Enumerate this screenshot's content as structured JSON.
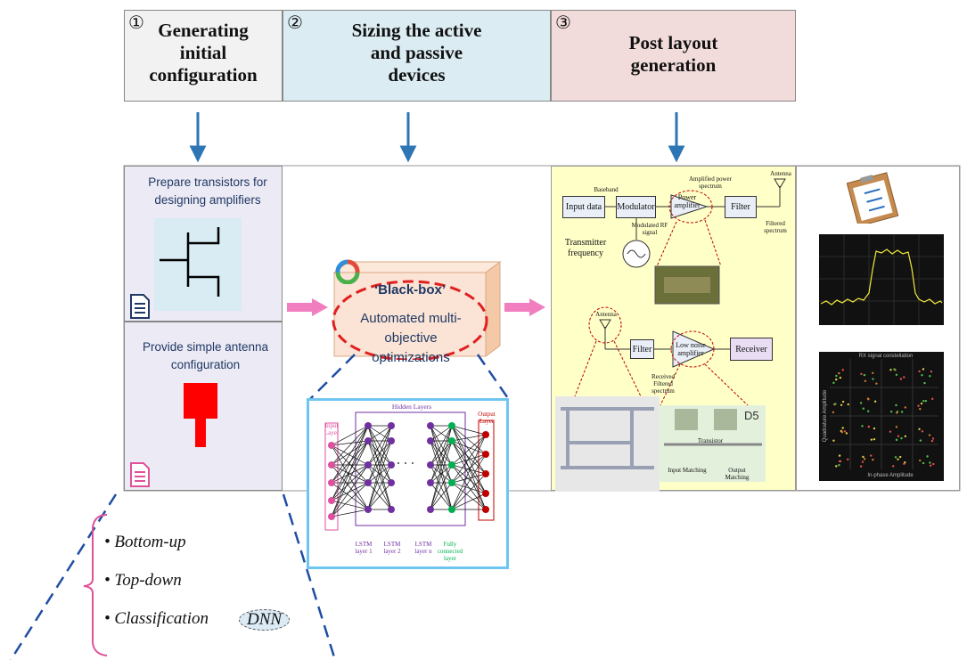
{
  "stages": [
    {
      "num": "①",
      "title": "Generating\ninitial\nconfiguration",
      "color": "#f2f2f2"
    },
    {
      "num": "②",
      "title": "Sizing the active\nand passive\ndevices",
      "color": "#dbedf3"
    },
    {
      "num": "③",
      "title": "Post layout\ngeneration",
      "color": "#f2dcdb"
    }
  ],
  "left_panel": {
    "transistor_text": "Prepare transistors for designing amplifiers",
    "antenna_text": "Provide simple antenna configuration"
  },
  "blackbox": {
    "title": "‘Black-box’",
    "subtitle": "Automated multi-objective optimizations"
  },
  "nn": {
    "hidden_layers": "Hidden Layers",
    "input_layer": "Input Layer",
    "output_layer": "Output Layer",
    "layer_labels": [
      "LSTM layer 1",
      "LSTM layer 2",
      "LSTM layer n",
      "Fully connected layer"
    ]
  },
  "schematic": {
    "input_data": "Input data",
    "modulator": "Modulator",
    "power_amplifier": "Power amplifier",
    "filter1": "Filter",
    "transmitter_frequency": "Transmitter frequency",
    "baseband": "Baseband",
    "modulated_rf": "Modulated RF signal",
    "amplified_spectrum": "Amplified power spectrum",
    "antenna_top": "Antenna",
    "filtered_spectrum": "Filtered spectrum",
    "antenna_bottom": "Antenna",
    "filter2": "Filter",
    "lna": "Low noise amplifier",
    "receiver": "Receiver",
    "received_filtered": "Received Filtered spectrum",
    "d5": "D5",
    "input_matching": "Input Matching",
    "output_matching": "Output Matching",
    "transistor": "Transistor"
  },
  "constellation": {
    "title": "RX signal constellation",
    "xlabel": "In-phase Amplitude",
    "ylabel": "Quadrature Amplitude"
  },
  "methods": {
    "items": [
      "Bottom-up",
      "Top-down",
      "Classification"
    ],
    "dnn": "DNN"
  },
  "colors": {
    "arrow_blue": "#2e75b6",
    "arrow_pink": "#f17fc0",
    "nn_border": "#6ec6f0",
    "schematic_bg": "#ffffc8",
    "bracket_pink": "#e0519a",
    "dash_blue": "#1f4ea3"
  }
}
